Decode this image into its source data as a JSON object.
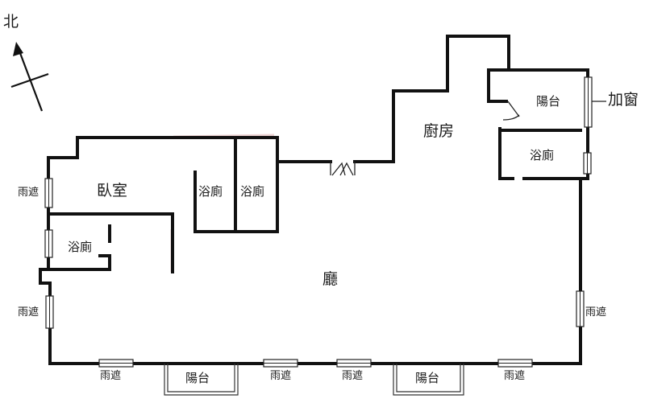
{
  "compass": {
    "label": "北",
    "arrow_icon": "north-arrow-icon"
  },
  "rooms": {
    "living": "廳",
    "bedroom": "臥室",
    "kitchen": "廚房",
    "bath_left": "浴廁",
    "bath_center_a": "浴廁",
    "bath_center_b": "浴廁",
    "bath_right": "浴廁",
    "balcony_top": "陽台",
    "balcony_bottom_a": "陽台",
    "balcony_bottom_b": "陽台"
  },
  "annotations": {
    "added_window": "加窗",
    "rain_left_top": "雨遮",
    "rain_left_bottom": "雨遮",
    "rain_right": "雨遮",
    "rain_bottom_1": "雨遮",
    "rain_bottom_2": "雨遮",
    "rain_bottom_3": "雨遮",
    "rain_bottom_4": "雨遮"
  }
}
